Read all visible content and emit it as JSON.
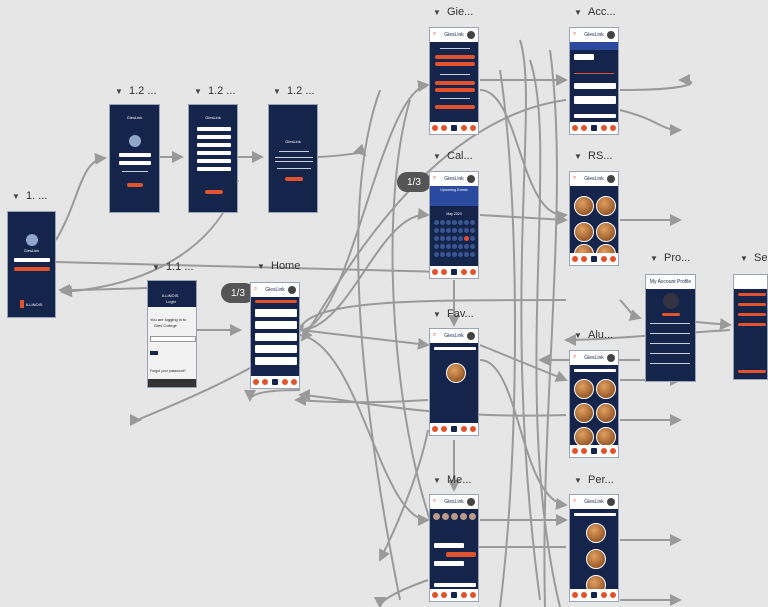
{
  "frames": [
    {
      "id": "f1",
      "label": "1. ..."
    },
    {
      "id": "f121",
      "label": "1.2 ..."
    },
    {
      "id": "f122",
      "label": "1.2 ..."
    },
    {
      "id": "f123",
      "label": "1.2 ..."
    },
    {
      "id": "f11",
      "label": "1.1 ..."
    },
    {
      "id": "home",
      "label": "Home"
    },
    {
      "id": "gie",
      "label": "Gie..."
    },
    {
      "id": "acc",
      "label": "Acc..."
    },
    {
      "id": "cal",
      "label": "Cal..."
    },
    {
      "id": "rs",
      "label": "RS..."
    },
    {
      "id": "fav",
      "label": "Fav..."
    },
    {
      "id": "alu",
      "label": "Alu..."
    },
    {
      "id": "pro",
      "label": "Pro..."
    },
    {
      "id": "se",
      "label": "Se..."
    },
    {
      "id": "me",
      "label": "Me..."
    },
    {
      "id": "per",
      "label": "Per..."
    }
  ],
  "badges": {
    "home": "1/3",
    "cal": "1/3"
  },
  "screen_text": {
    "app_name": "GiesLink",
    "illinois": "ILLINOIS",
    "login": "Login",
    "calendar_month": "May 2023",
    "upcoming": "Upcoming Events",
    "profile_title": "My Account Profile",
    "you_are_logging": "You are logging in to",
    "gies_college": "Gies College",
    "forgot_password": "Forgot your password?"
  },
  "colors": {
    "navy": "#14244a",
    "accent": "#e2532d",
    "canvas": "#e6e6e6",
    "arrow": "#9a9a9a"
  }
}
